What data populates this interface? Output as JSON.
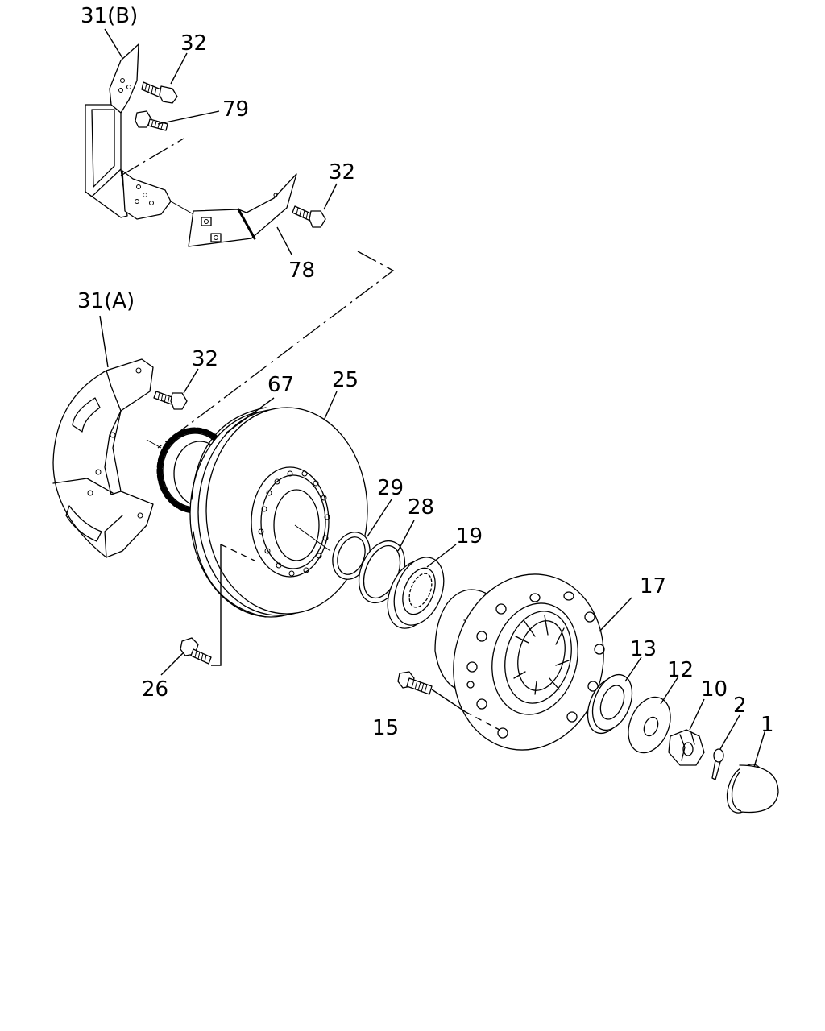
{
  "labels": {
    "l31b": "31(B)",
    "l32a": "32",
    "l79": "79",
    "l32b": "32",
    "l78": "78",
    "l31a": "31(A)",
    "l32c": "32",
    "l67": "67",
    "l25": "25",
    "l29": "29",
    "l28": "28",
    "l19": "19",
    "l17": "17",
    "l13": "13",
    "l12": "12",
    "l10": "10",
    "l2": "2",
    "l1": "1",
    "l15": "15",
    "l26": "26"
  }
}
